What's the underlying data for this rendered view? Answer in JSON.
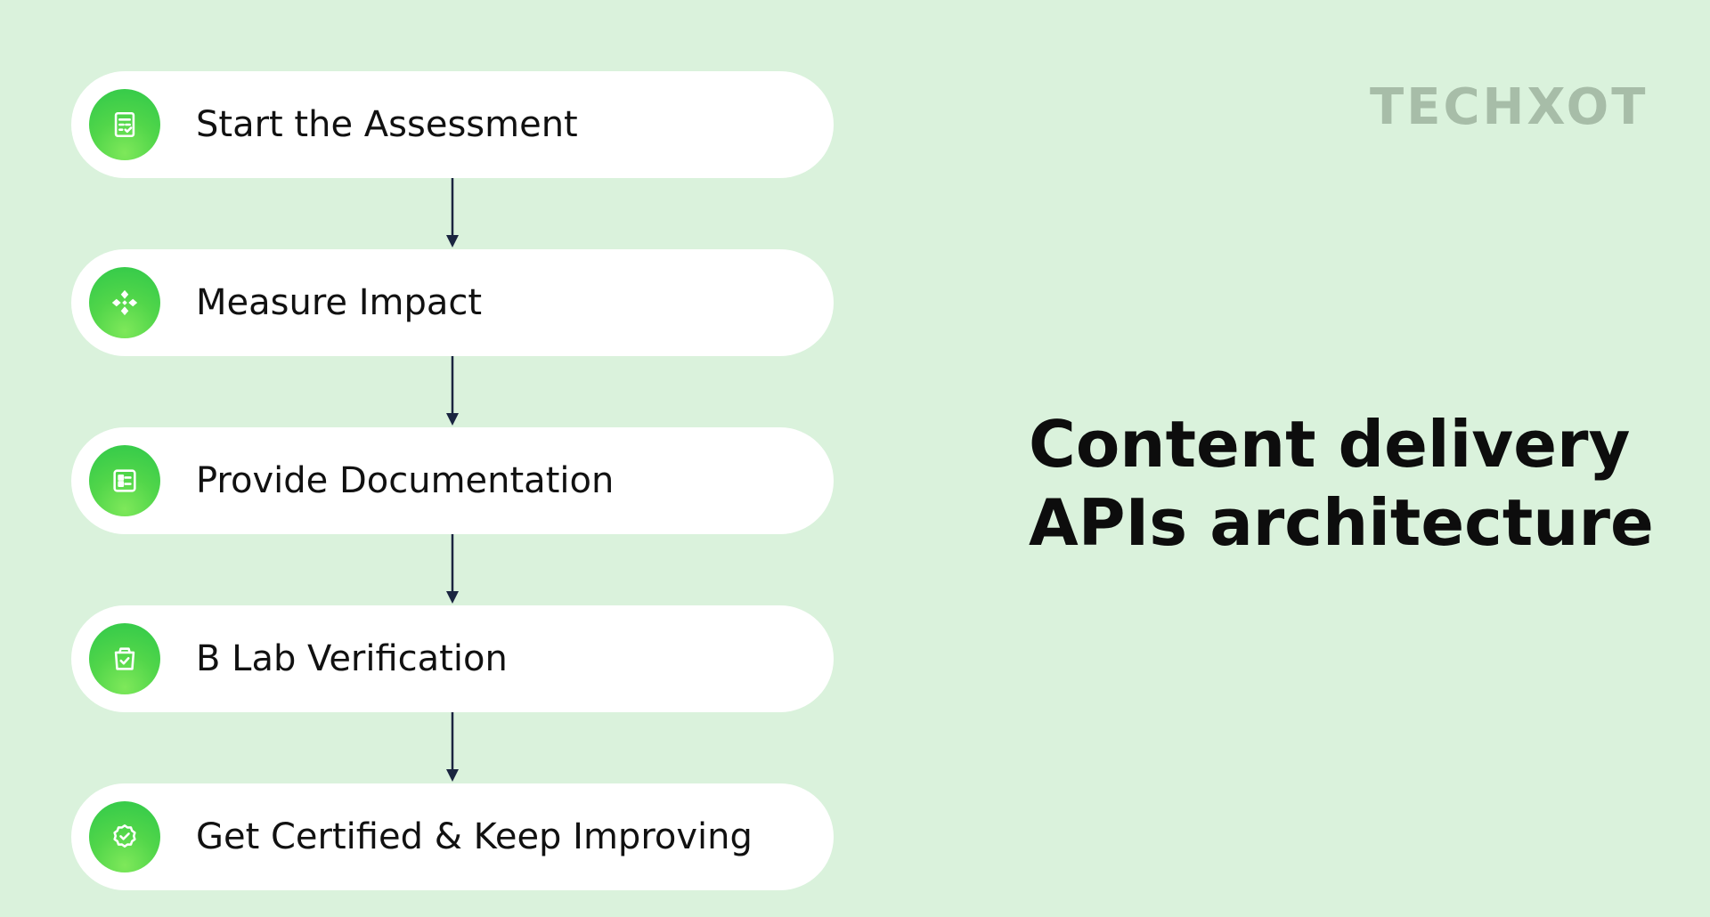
{
  "steps": [
    {
      "label": "Start the Assessment",
      "icon": "checklist-icon"
    },
    {
      "label": "Measure Impact",
      "icon": "diamond-arrows-icon"
    },
    {
      "label": "Provide Documentation",
      "icon": "document-list-icon"
    },
    {
      "label": "B Lab Verification",
      "icon": "verified-bag-icon"
    },
    {
      "label": "Get Certified & Keep Improving",
      "icon": "certified-badge-icon"
    }
  ],
  "title": {
    "line1": "Content delivery",
    "line2": "APIs architecture"
  },
  "logo": "TECHXOT",
  "colors": {
    "background": "#daf2dc",
    "pill": "#ffffff",
    "icon_green": "#4cd64a",
    "arrow": "#1a2540",
    "logo": "#a7bda8"
  }
}
